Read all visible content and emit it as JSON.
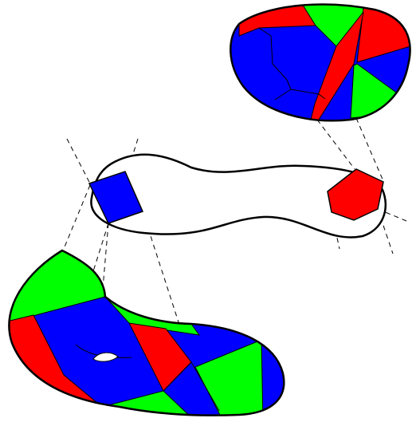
{
  "colors": {
    "red": "#ff0000",
    "green": "#00ff00",
    "blue": "#0000ff",
    "outline": "#000000",
    "background": "#ffffff"
  },
  "figure": {
    "regions": [
      "upper-right-patch",
      "middle-surface",
      "lower-left-patch"
    ]
  }
}
